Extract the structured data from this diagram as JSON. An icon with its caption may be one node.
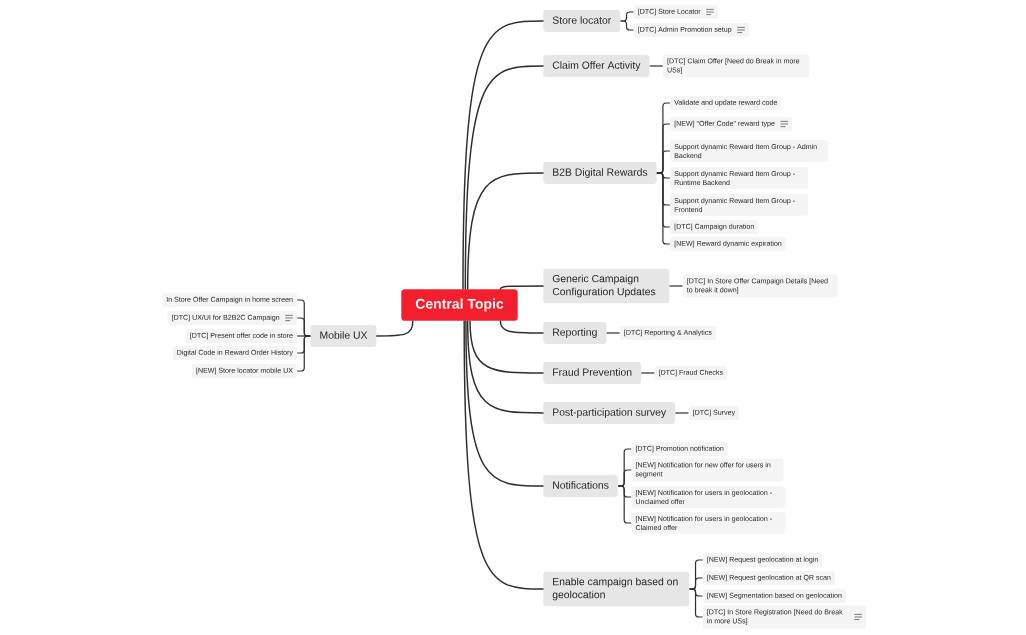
{
  "diagram": {
    "nodes": [
      {
        "text": [
          "Central Topic"
        ]
      },
      {
        "text": [
          "Store locator"
        ]
      },
      {
        "text": [
          "[DTC] Store Locator"
        ]
      },
      {
        "text": [
          "[DTC] Admin Promotion setup"
        ]
      },
      {
        "text": [
          "Claim Offer Activity"
        ]
      },
      {
        "text": [
          "[DTC] Claim Offer [Need do Break in more USs]"
        ]
      },
      {
        "text": [
          "B2B Digital Rewards"
        ]
      },
      {
        "text": [
          "Validate and update reward code"
        ]
      },
      {
        "text": [
          "[NEW] \"Offer Code\" reward type"
        ]
      },
      {
        "text": [
          "Support dynamic Reward Item Group - Admin Backend"
        ]
      },
      {
        "text": [
          "Support dynamic Reward Item Group - Runtime Backend"
        ]
      },
      {
        "text": [
          "Support dynamic Reward Item Group - Frontend"
        ]
      },
      {
        "text": [
          "[DTC] Campaign duration"
        ]
      },
      {
        "text": [
          "[NEW] Reward dynamic expiration"
        ]
      },
      {
        "text": [
          "Generic Campaign Configuration Updates"
        ]
      },
      {
        "text": [
          "[DTC] In Store Offer Campaign Details [Need to break it down]"
        ]
      },
      {
        "text": [
          "Reporting"
        ]
      },
      {
        "text": [
          "[DTC] Reporting & Analytics"
        ]
      },
      {
        "text": [
          "Fraud Prevention"
        ]
      },
      {
        "text": [
          "[DTC] Fraud Checks"
        ]
      },
      {
        "text": [
          "Post-participation survey"
        ]
      },
      {
        "text": [
          "[DTC] Survey"
        ]
      },
      {
        "text": [
          "Notifications"
        ]
      },
      {
        "text": [
          "[DTC] Promotion notification"
        ]
      },
      {
        "text": [
          "[NEW] Notification for new offer for users in segment"
        ]
      },
      {
        "text": [
          "[NEW] Notification for users in geolocation - Unclaimed offer"
        ]
      },
      {
        "text": [
          "[NEW] Notification for users in geolocation - Claimed offer"
        ]
      },
      {
        "text": [
          "Enable campaign based on geolocation"
        ]
      },
      {
        "text": [
          "[NEW] Request geolocation at login"
        ]
      },
      {
        "text": [
          "[NEW] Request geolocation at QR scan"
        ]
      },
      {
        "text": [
          "[NEW] Segmentation based on geolocation"
        ]
      },
      {
        "text": [
          "[DTC] In Store Registration [Need do Break in more USs]"
        ]
      },
      {
        "text": [
          "Mobile UX"
        ]
      },
      {
        "text": [
          "In Store Offer Campaign in home screen"
        ]
      },
      {
        "text": [
          "[DTC] UX/UI for B2B2C Campaign"
        ]
      },
      {
        "text": [
          "[DTC] Present offer code in store"
        ]
      },
      {
        "text": [
          "Digital Code in Reward Order History"
        ]
      },
      {
        "text": [
          "[NEW] Store locator mobile UX"
        ]
      }
    ],
    "edges": [
      {
        "from": 0,
        "to": 1,
        "arrow": "none"
      },
      {
        "from": 1,
        "to": 2,
        "arrow": "none"
      },
      {
        "from": 1,
        "to": 3,
        "arrow": "none"
      },
      {
        "from": 0,
        "to": 4,
        "arrow": "none"
      },
      {
        "from": 4,
        "to": 5,
        "arrow": "none"
      },
      {
        "from": 0,
        "to": 6,
        "arrow": "none"
      },
      {
        "from": 6,
        "to": 7,
        "arrow": "none"
      },
      {
        "from": 6,
        "to": 8,
        "arrow": "none"
      },
      {
        "from": 6,
        "to": 9,
        "arrow": "none"
      },
      {
        "from": 6,
        "to": 10,
        "arrow": "none"
      },
      {
        "from": 6,
        "to": 11,
        "arrow": "none"
      },
      {
        "from": 6,
        "to": 12,
        "arrow": "none"
      },
      {
        "from": 6,
        "to": 13,
        "arrow": "none"
      },
      {
        "from": 0,
        "to": 14,
        "arrow": "none"
      },
      {
        "from": 14,
        "to": 15,
        "arrow": "none"
      },
      {
        "from": 0,
        "to": 16,
        "arrow": "none"
      },
      {
        "from": 16,
        "to": 17,
        "arrow": "none"
      },
      {
        "from": 0,
        "to": 18,
        "arrow": "none"
      },
      {
        "from": 18,
        "to": 19,
        "arrow": "none"
      },
      {
        "from": 0,
        "to": 20,
        "arrow": "none"
      },
      {
        "from": 20,
        "to": 21,
        "arrow": "none"
      },
      {
        "from": 0,
        "to": 22,
        "arrow": "none"
      },
      {
        "from": 22,
        "to": 23,
        "arrow": "none"
      },
      {
        "from": 22,
        "to": 24,
        "arrow": "none"
      },
      {
        "from": 22,
        "to": 25,
        "arrow": "none"
      },
      {
        "from": 22,
        "to": 26,
        "arrow": "none"
      },
      {
        "from": 0,
        "to": 27,
        "arrow": "none"
      },
      {
        "from": 27,
        "to": 28,
        "arrow": "none"
      },
      {
        "from": 27,
        "to": 29,
        "arrow": "none"
      },
      {
        "from": 27,
        "to": 30,
        "arrow": "none"
      },
      {
        "from": 27,
        "to": 31,
        "arrow": "none"
      },
      {
        "from": 0,
        "to": 32,
        "arrow": "none"
      },
      {
        "from": 32,
        "to": 33,
        "arrow": "none"
      },
      {
        "from": 32,
        "to": 34,
        "arrow": "none"
      },
      {
        "from": 32,
        "to": 35,
        "arrow": "none"
      },
      {
        "from": 32,
        "to": 36,
        "arrow": "none"
      },
      {
        "from": 32,
        "to": 37,
        "arrow": "none"
      }
    ]
  }
}
